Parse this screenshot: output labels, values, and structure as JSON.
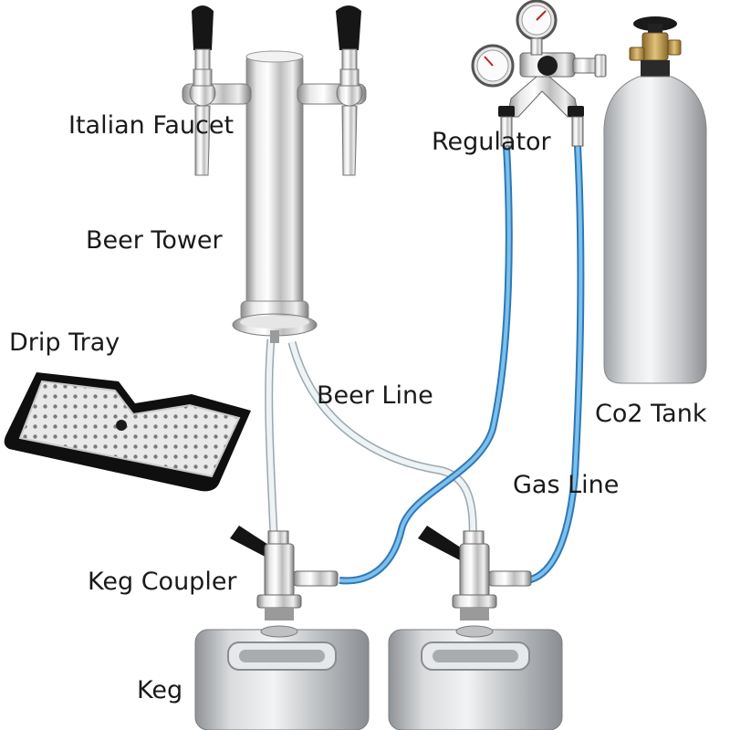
{
  "labels": {
    "italian_faucet": "Italian Faucet",
    "beer_tower": "Beer Tower",
    "drip_tray": "Drip Tray",
    "regulator": "Regulator",
    "co2_tank": "Co2 Tank",
    "beer_line": "Beer Line",
    "gas_line": "Gas Line",
    "keg_coupler": "Keg Coupler",
    "keg": "Keg"
  },
  "colors": {
    "background": "#ffffff",
    "chrome_light": "#f4f4f4",
    "chrome_mid": "#c8c8c8",
    "chrome_dark": "#7a7a7a",
    "handle_black": "#141414",
    "beer_line": "#e6eef2",
    "gas_line": "#4a9fd8",
    "tank_silver": "#c9cbce",
    "tray_black": "#111111",
    "text": "#1a1a1a"
  }
}
